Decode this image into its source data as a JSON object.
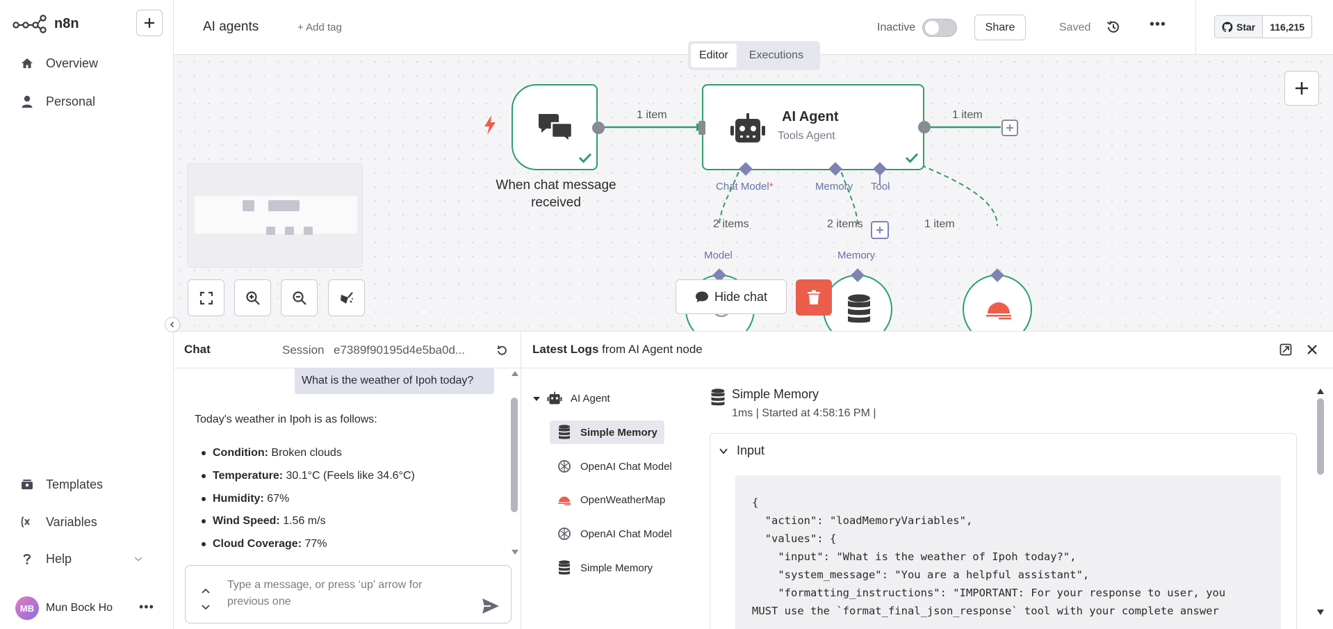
{
  "sidebar": {
    "logo_text": "n8n",
    "items": [
      {
        "label": "Overview",
        "icon": "home-icon"
      },
      {
        "label": "Personal",
        "icon": "user-icon"
      }
    ],
    "bottom_items": [
      {
        "label": "Templates",
        "icon": "templates-icon"
      },
      {
        "label": "Variables",
        "icon": "variables-icon"
      },
      {
        "label": "Help",
        "icon": "help-icon"
      }
    ],
    "user": {
      "initials": "MB",
      "name": "Mun Bock Ho"
    }
  },
  "header": {
    "workflow_name": "AI agents",
    "add_tag": "+ Add tag",
    "status_label": "Inactive",
    "share_label": "Share",
    "saved_label": "Saved",
    "github": {
      "star_label": "Star",
      "count": "116,215"
    }
  },
  "view_tabs": [
    {
      "label": "Editor",
      "active": true
    },
    {
      "label": "Executions",
      "active": false
    }
  ],
  "canvas": {
    "trigger_node": {
      "title": "When chat message received"
    },
    "agent_node": {
      "title": "AI Agent",
      "subtitle": "Tools Agent"
    },
    "connections": {
      "trigger_to_agent": "1 item",
      "agent_out": "1 item",
      "model_link": "2 items",
      "memory_link": "2 items",
      "tool_link": "1 item"
    },
    "ports": {
      "chat_model": "Chat Model",
      "required_mark": "*",
      "memory": "Memory",
      "tool": "Tool",
      "model_in": "Model",
      "memory_in": "Memory"
    },
    "hide_chat_label": "Hide chat",
    "colors": {
      "success": "#2d9d6a",
      "trigger": "#ec5e4b",
      "port": "#7d84b3"
    }
  },
  "chat": {
    "title": "Chat",
    "session_label": "Session",
    "session_id": "e7389f90195d4e5ba0d...",
    "user_message": "What is the weather of Ipoh today?",
    "bot_intro": "Today's weather in Ipoh is as follows:",
    "bullets": [
      {
        "key": "Condition:",
        "value": "Broken clouds"
      },
      {
        "key": "Temperature:",
        "value": "30.1°C (Feels like 34.6°C)"
      },
      {
        "key": "Humidity:",
        "value": "67%"
      },
      {
        "key": "Wind Speed:",
        "value": "1.56 m/s"
      },
      {
        "key": "Cloud Coverage:",
        "value": "77%"
      }
    ],
    "input_placeholder": "Type a message, or press ‘up’ arrow for previous one"
  },
  "logs": {
    "title_bold": "Latest Logs",
    "title_rest": "from AI Agent node",
    "tree": [
      {
        "label": "AI Agent",
        "icon": "robot-icon",
        "level": 0
      },
      {
        "label": "Simple Memory",
        "icon": "database-icon",
        "level": 1,
        "selected": true
      },
      {
        "label": "OpenAI Chat Model",
        "icon": "openai-icon",
        "level": 1
      },
      {
        "label": "OpenWeatherMap",
        "icon": "weather-icon",
        "level": 1
      },
      {
        "label": "OpenAI Chat Model",
        "icon": "openai-icon",
        "level": 1
      },
      {
        "label": "Simple Memory",
        "icon": "database-icon",
        "level": 1
      }
    ],
    "detail": {
      "title": "Simple Memory",
      "meta": "1ms | Started at 4:58:16 PM |",
      "section_title": "Input",
      "code": "{\n  \"action\": \"loadMemoryVariables\",\n  \"values\": {\n    \"input\": \"What is the weather of Ipoh today?\",\n    \"system_message\": \"You are a helpful assistant\",\n    \"formatting_instructions\": \"IMPORTANT: For your response to user, you\nMUST use the `format_final_json_response` tool with your complete answer"
    }
  }
}
